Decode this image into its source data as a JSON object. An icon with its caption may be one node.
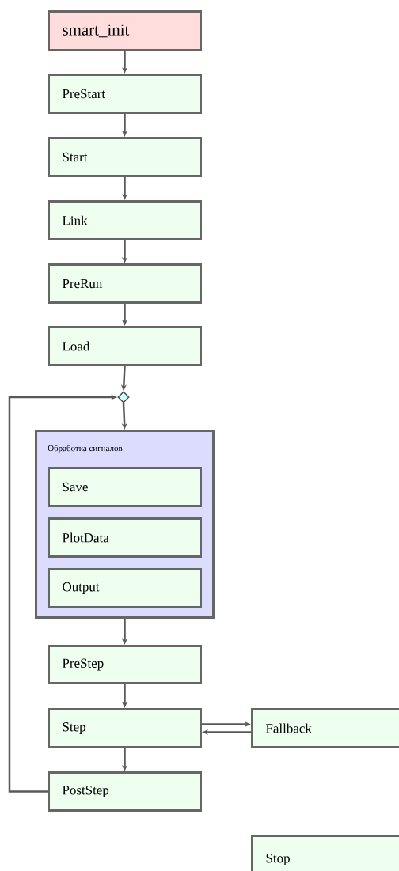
{
  "diagram": {
    "nodes": [
      {
        "text": [
          "smart_init"
        ]
      },
      {
        "text": [
          "PreStart"
        ]
      },
      {
        "text": [
          "Start"
        ]
      },
      {
        "text": [
          "Link"
        ]
      },
      {
        "text": [
          "PreRun"
        ]
      },
      {
        "text": [
          "Load"
        ]
      },
      {
        "text": [],
        "shape": "diamond"
      },
      {
        "text": [
          "Обработка сигналов"
        ]
      },
      {
        "text": [
          "Save"
        ],
        "in": 7
      },
      {
        "text": [
          "PlotData"
        ],
        "in": 7
      },
      {
        "text": [
          "Output"
        ],
        "in": 7
      },
      {
        "text": [
          "PreStep"
        ]
      },
      {
        "text": [
          "Step"
        ]
      },
      {
        "text": [
          "Fallback"
        ]
      },
      {
        "text": [
          "PostStep"
        ]
      },
      {
        "text": [
          "Stop"
        ]
      }
    ],
    "edges": [
      {
        "from": 0,
        "to": 1,
        "arrow": "to"
      },
      {
        "from": 1,
        "to": 2,
        "arrow": "to"
      },
      {
        "from": 2,
        "to": 3,
        "arrow": "to"
      },
      {
        "from": 3,
        "to": 4,
        "arrow": "to"
      },
      {
        "from": 4,
        "to": 5,
        "arrow": "to"
      },
      {
        "from": 5,
        "to": 6,
        "arrow": "to"
      },
      {
        "from": 6,
        "to": 7,
        "arrow": "to"
      },
      {
        "from": 7,
        "to": 11,
        "arrow": "to"
      },
      {
        "from": 11,
        "to": 12,
        "arrow": "to"
      },
      {
        "from": 12,
        "to": 13,
        "arrow": "to"
      },
      {
        "from": 13,
        "to": 12,
        "arrow": "to"
      },
      {
        "from": 12,
        "to": 14,
        "arrow": "to"
      },
      {
        "from": 14,
        "to": 6,
        "arrow": "to"
      }
    ]
  }
}
